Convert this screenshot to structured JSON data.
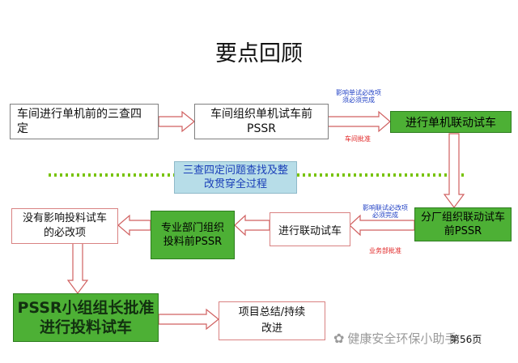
{
  "title": "要点回顾",
  "boxes": {
    "b1": "车间进行单机前的三查四定",
    "b2": "车间组织单机试车前PSSR",
    "b3": "进行单机联动试车",
    "b4": "三查四定问题查找及整改贯穿全过程",
    "b5": "分厂组织联动试车前PSSR",
    "b6": "进行联动试车",
    "b7": "专业部门组织投料前PSSR",
    "b8": "没有影响投料试车的必改项",
    "b9": "PSSR小组组长批准进行投料试车",
    "b10": "项目总结/持续改进"
  },
  "notes": {
    "n1": "影响单试必改项须必须完成",
    "n2": "车间批准",
    "n3": "影响联试必改项必须完成",
    "n4": "业务部批准"
  },
  "page_number": "第56页",
  "watermark": "健康安全环保小助手",
  "colors": {
    "green_box": "#4db035",
    "blue_box": "#b7dde8",
    "arrow_red": "#d06060",
    "dotted_line": "#77c300"
  }
}
